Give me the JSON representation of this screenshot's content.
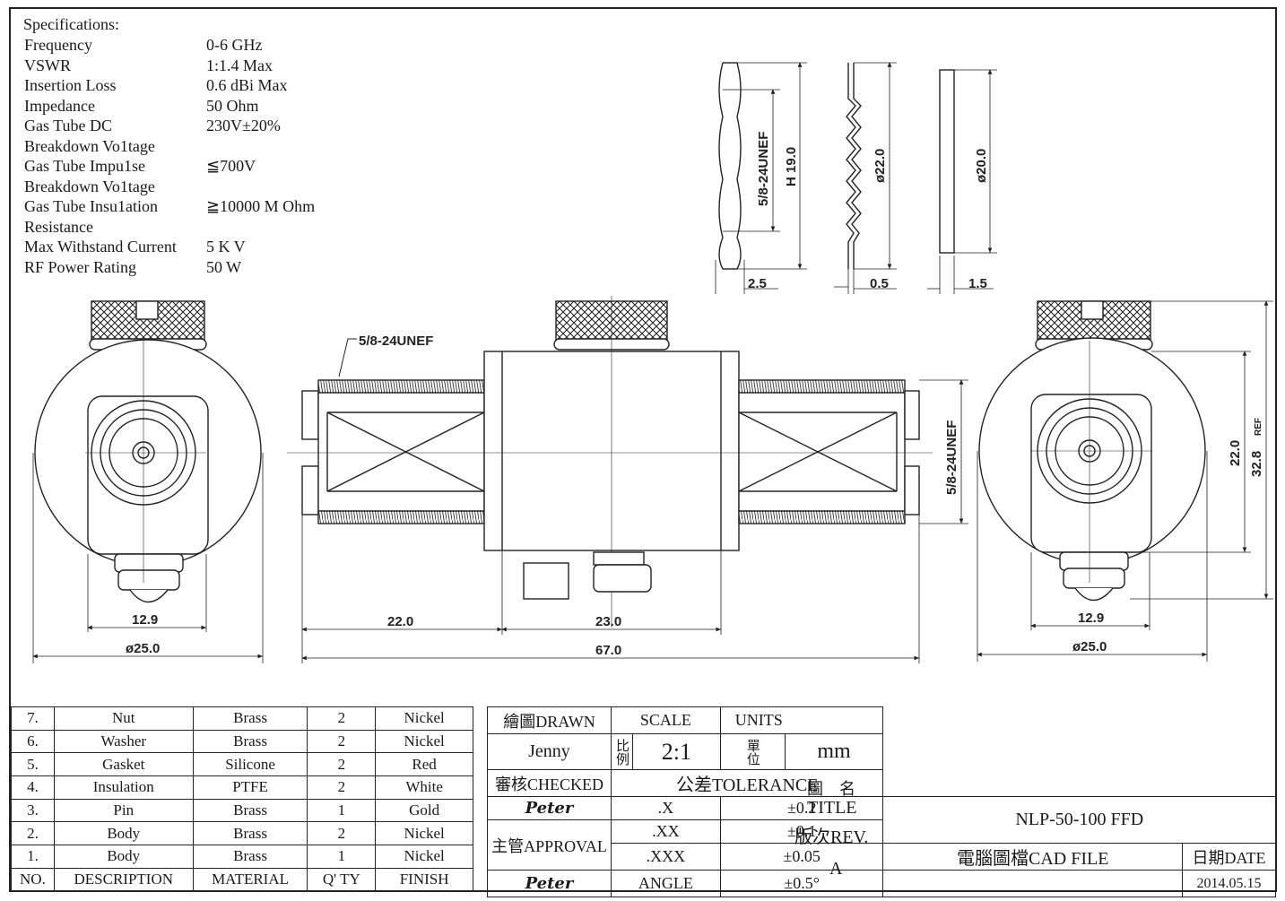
{
  "specifications": {
    "title": "Specifications:",
    "rows": [
      {
        "label": "Frequency",
        "value": "0-6 GHz"
      },
      {
        "label": "VSWR",
        "value": "1:1.4 Max"
      },
      {
        "label": "Insertion Loss",
        "value": "0.6 dBi Max"
      },
      {
        "label": "Impedance",
        "value": "50 Ohm"
      },
      {
        "label": "Gas Tube DC",
        "value": "230V±20%"
      },
      {
        "label": "Breakdown Vo1tage",
        "value": ""
      },
      {
        "label": "Gas Tube Impu1se",
        "value": "≦700V"
      },
      {
        "label": "Breakdown Vo1tage",
        "value": ""
      },
      {
        "label": "Gas Tube Insu1ation",
        "value": "≧10000 M Ohm"
      },
      {
        "label": "Resistance",
        "value": ""
      },
      {
        "label": "Max Withstand Current",
        "value": "5 K V"
      },
      {
        "label": "RF Power Rating",
        "value": "50 W"
      }
    ]
  },
  "dimensions": {
    "nut_thread": "5/8-24UNEF",
    "nut_height": "H 19.0",
    "nut_thickness": "2.5",
    "washer_dia": "ø22.0",
    "washer_thickness": "0.5",
    "gasket_dia": "ø20.0",
    "gasket_thickness": "1.5",
    "left_thread_label": "5/8-24UNEF",
    "right_thread_label": "5/8-24UNEF",
    "left_width": "12.9",
    "left_dia": "ø25.0",
    "seg_22": "22.0",
    "seg_23": "23.0",
    "total_67": "67.0",
    "right_width": "12.9",
    "right_dia": "ø25.0",
    "height_22": "22.0",
    "height_32_8": "32.8",
    "ref": "REF"
  },
  "parts_table": {
    "rows": [
      [
        "7.",
        "Nut",
        "Brass",
        "2",
        "Nickel"
      ],
      [
        "6.",
        "Washer",
        "Brass",
        "2",
        "Nickel"
      ],
      [
        "5.",
        "Gasket",
        "Silicone",
        "2",
        "Red"
      ],
      [
        "4.",
        "Insulation",
        "PTFE",
        "2",
        "White"
      ],
      [
        "3.",
        "Pin",
        "Brass",
        "1",
        "Gold"
      ],
      [
        "2.",
        "Body",
        "Brass",
        "2",
        "Nickel"
      ],
      [
        "1.",
        "Body",
        "Brass",
        "1",
        "Nickel"
      ]
    ],
    "header": [
      "NO.",
      "DESCRIPTION",
      "MATERIAL",
      "Q' TY",
      "FINISH"
    ]
  },
  "title_block": {
    "drawn_label": "繪圖DRAWN",
    "drawn_by": "Jenny",
    "checked_label": "審核CHECKED",
    "checked_by": "Peter",
    "approval_label": "主管APPROVAL",
    "approval_by": "Peter",
    "scale_label": "SCALE",
    "scale_cn": "比例",
    "scale_value": "2:1",
    "units_label": "UNITS",
    "units_cn": "單位",
    "units_value": "mm",
    "tolerance_label": "公差TOLERANCE",
    "tolerances": [
      {
        "k": ".X",
        "v": "±0.2"
      },
      {
        "k": ".XX",
        "v": "±0.1"
      },
      {
        "k": ".XXX",
        "v": "±0.05"
      },
      {
        "k": "ANGLE",
        "v": "±0.5°"
      }
    ],
    "title_cn": "圖　名",
    "title_en": "TITLE",
    "title_value": "NLP-50-100 FFD",
    "rev_label": "版次REV.",
    "rev_value": "A",
    "cad_label": "電腦圖檔CAD FILE",
    "date_label": "日期DATE",
    "date_value": "2014.05.15"
  }
}
